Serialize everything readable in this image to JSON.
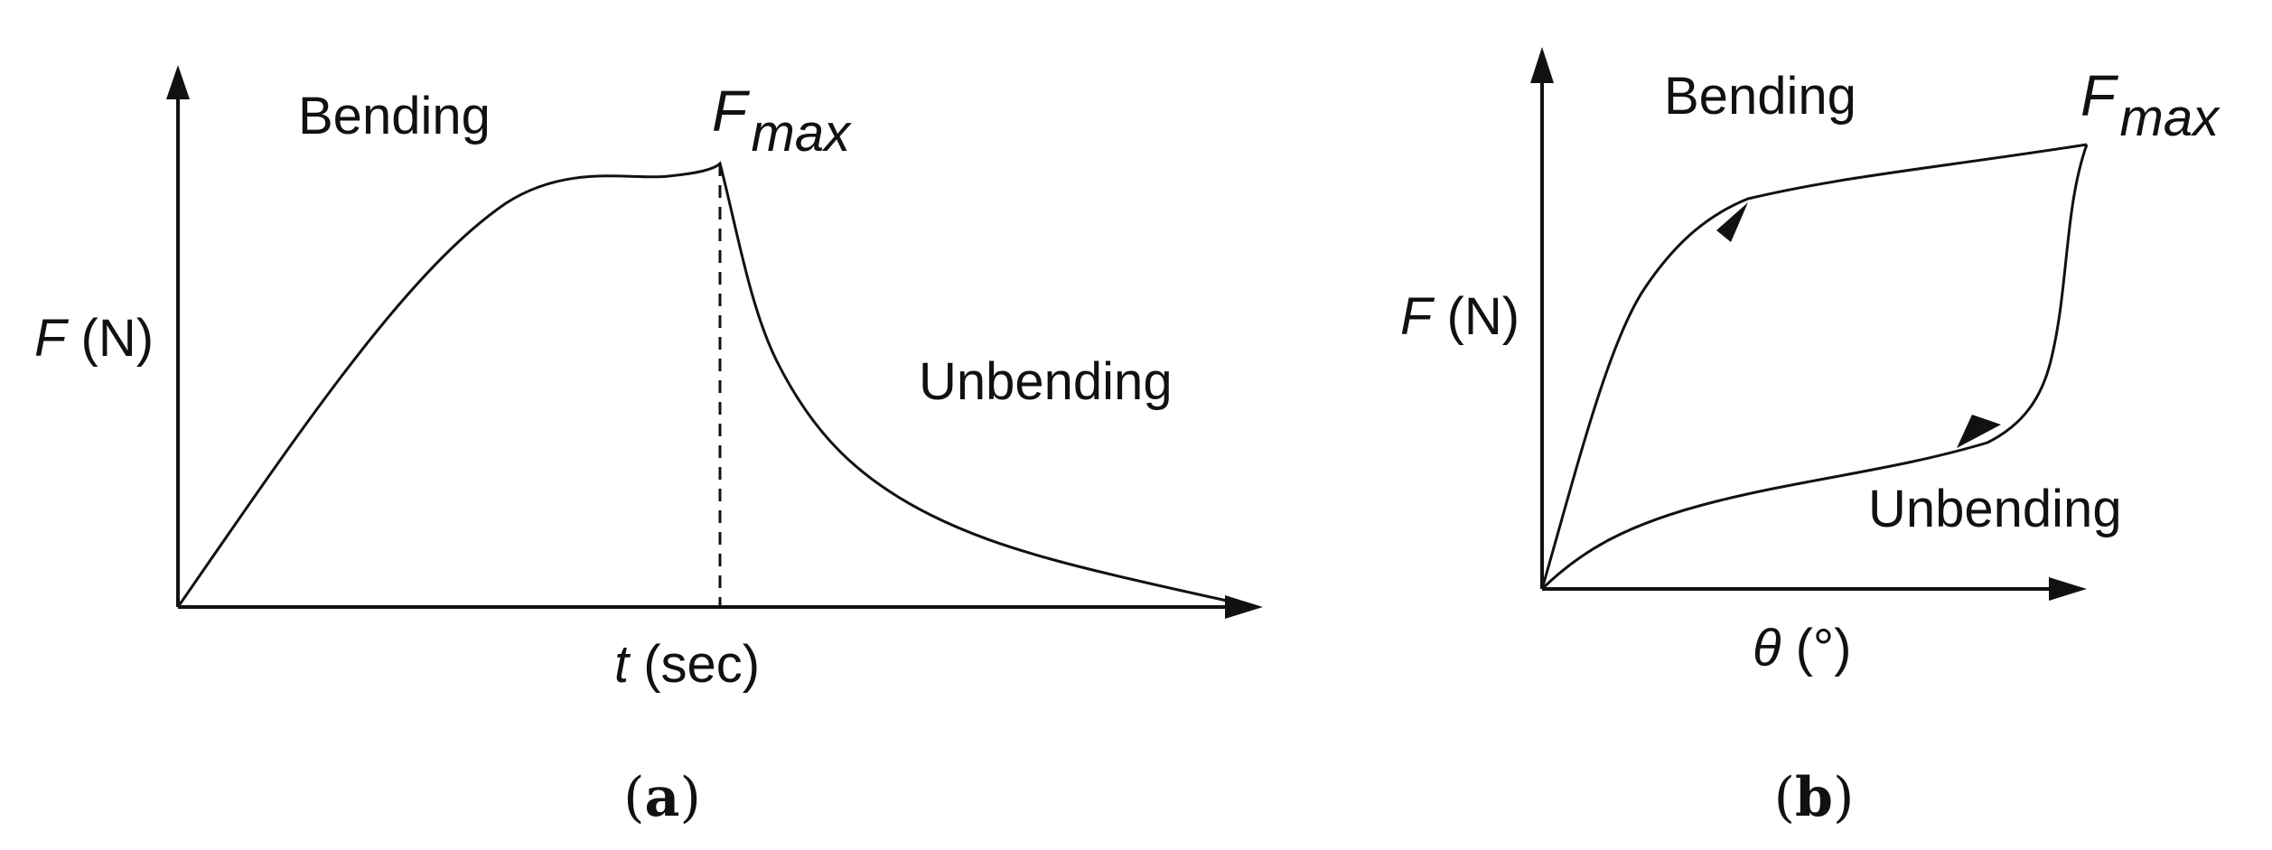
{
  "panel_a": {
    "y_axis_label": {
      "var": "F",
      "unit": " (N)"
    },
    "x_axis_label": {
      "var": "t",
      "unit": " (sec)"
    },
    "bending_label": "Bending",
    "unbending_label": "Unbending",
    "peak_label": {
      "base": "F",
      "sub": "max"
    },
    "caption": {
      "open": "(",
      "letter": "a",
      "close": ")"
    }
  },
  "panel_b": {
    "y_axis_label": {
      "var": "F",
      "unit": " (N)"
    },
    "x_axis_label": {
      "var": "θ",
      "unit": " (°)"
    },
    "bending_label": "Bending",
    "unbending_label": "Unbending",
    "peak_label": {
      "base": "F",
      "sub": "max"
    },
    "caption": {
      "open": "(",
      "letter": "b",
      "close": ")"
    }
  }
}
